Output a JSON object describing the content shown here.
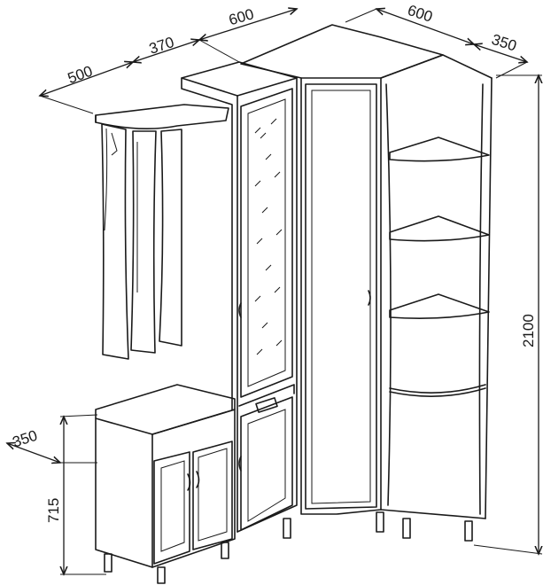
{
  "dimensions": {
    "hanger_width": "500",
    "cabinet_depth": "370",
    "corner_width_left": "600",
    "corner_width_right": "600",
    "end_unit_depth": "350",
    "bench_depth": "350",
    "bench_height": "715",
    "total_height": "2100"
  }
}
